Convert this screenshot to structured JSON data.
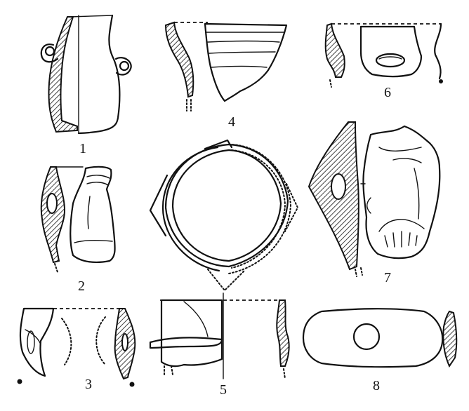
{
  "figures": [
    {
      "id": "fig-1",
      "label": "1"
    },
    {
      "id": "fig-2",
      "label": "2"
    },
    {
      "id": "fig-3",
      "label": "3"
    },
    {
      "id": "fig-4",
      "label": "4"
    },
    {
      "id": "fig-5",
      "label": "5"
    },
    {
      "id": "fig-6",
      "label": "6"
    },
    {
      "id": "fig-7",
      "label": "7"
    },
    {
      "id": "fig-8",
      "label": "8"
    }
  ]
}
